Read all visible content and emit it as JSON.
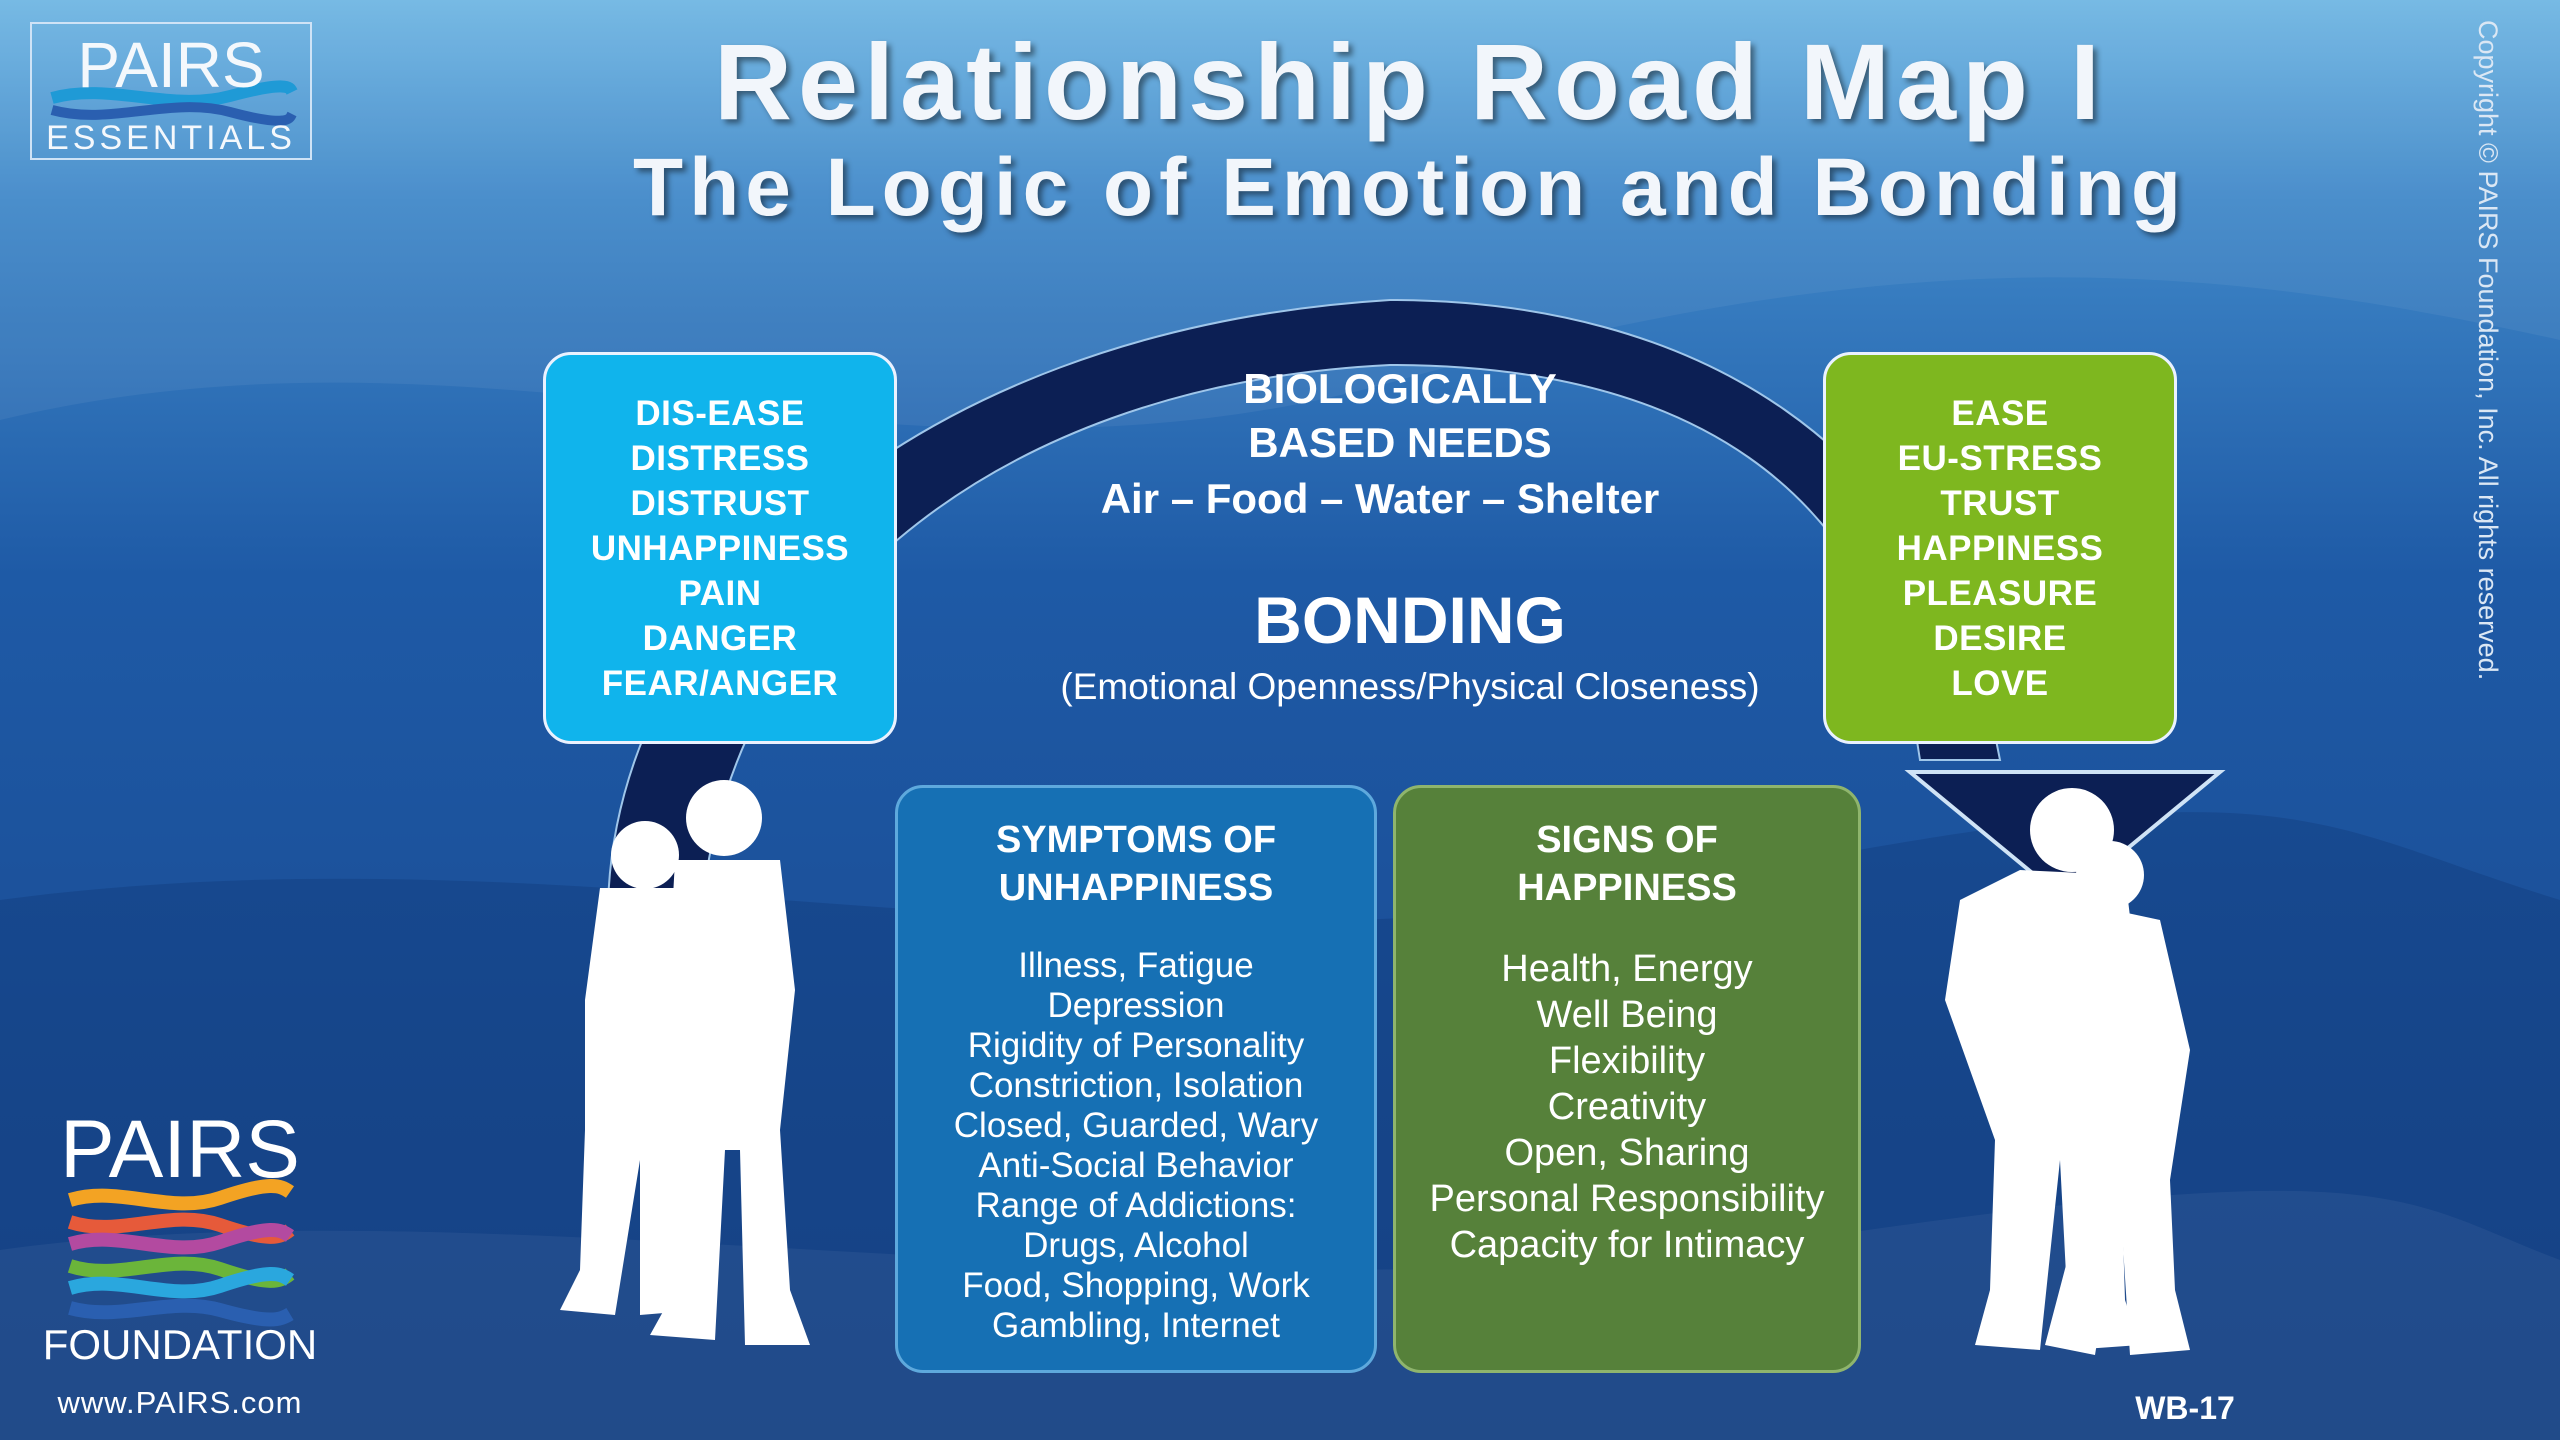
{
  "header": {
    "title": "Relationship Road Map I",
    "subtitle": "The Logic of Emotion and Bonding"
  },
  "logo_top": {
    "name": "PAIRS",
    "tagline": "ESSENTIALS"
  },
  "logo_bottom": {
    "name": "PAIRS",
    "tagline": "FOUNDATION",
    "website": "www.PAIRS.com"
  },
  "copyright": "Copyright © PAIRS Foundation, Inc. All rights reserved.",
  "slide_code": "WB-17",
  "left_box": {
    "items": [
      "DIS-EASE",
      "DISTRESS",
      "DISTRUST",
      "UNHAPPINESS",
      "PAIN",
      "DANGER",
      "FEAR/ANGER"
    ]
  },
  "right_box": {
    "items": [
      "EASE",
      "EU-STRESS",
      "TRUST",
      "HAPPINESS",
      "PLEASURE",
      "DESIRE",
      "LOVE"
    ]
  },
  "center": {
    "needs_title_1": "BIOLOGICALLY",
    "needs_title_2": "BASED NEEDS",
    "needs_list": "Air – Food – Water – Shelter",
    "bonding": "BONDING",
    "bonding_sub": "(Emotional Openness/Physical Closeness)"
  },
  "symptoms": {
    "title_1": "SYMPTOMS OF",
    "title_2": "UNHAPPINESS",
    "items": [
      "Illness, Fatigue",
      "Depression",
      "Rigidity of Personality",
      "Constriction, Isolation",
      "Closed, Guarded, Wary",
      "Anti-Social Behavior",
      "Range of Addictions:",
      "Drugs, Alcohol",
      "Food, Shopping, Work",
      "Gambling, Internet"
    ]
  },
  "signs": {
    "title_1": "SIGNS OF",
    "title_2": "HAPPINESS",
    "items": [
      "Health, Energy",
      "Well Being",
      "Flexibility",
      "Creativity",
      "Open, Sharing",
      "Personal Responsibility",
      "Capacity for Intimacy"
    ]
  },
  "colors": {
    "left_box": "#10b4ec",
    "right_box": "#7eb71f",
    "symptoms_box": "#1670b4",
    "signs_box": "#56813a",
    "arrow": "#0c1f54"
  }
}
